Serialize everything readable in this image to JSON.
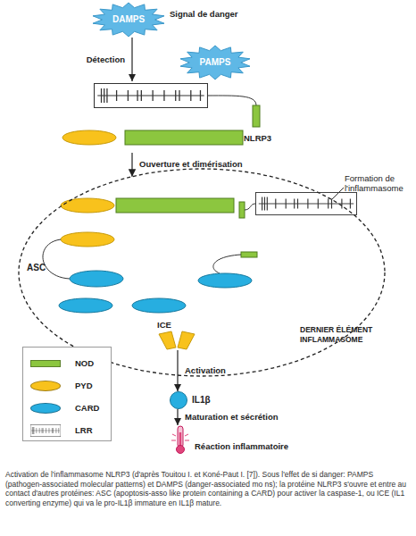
{
  "diagram": {
    "caption": "Activation de l'inflammasome NLRP3 (d'après Touitou I. et Koné-Paut I. [7]). Sous l'effet de si danger: PAMPS (pathogen-associated molecular patterns) et DAMPS (danger-associated mo ns); la protéine NLRP3 s'ouvre et entre au contact d'autres protéines: ASC (apoptosis-asso like protein containing a CARD) pour activer la caspase-1, ou ICE (IL1 converting enzyme) qui va le pro-IL1β immature en IL1β mature.",
    "nodes": [
      {
        "text": [
          "DAMPS"
        ]
      },
      {
        "text": [
          "PAMPS"
        ]
      },
      {
        "text": [
          "NLRP3"
        ]
      },
      {
        "text": [
          "Formation de l'inflammasome"
        ]
      },
      {
        "text": [
          "ICE"
        ],
        "in": 3
      },
      {
        "text": [
          "IL1β"
        ]
      },
      {
        "text": [
          "Réaction inflammatoire"
        ]
      }
    ],
    "edges": [
      {
        "from": 0,
        "to": 2,
        "arrow": "to",
        "label": "Détection"
      },
      {
        "from": 2,
        "to": 3,
        "arrow": "to",
        "label": "Ouverture et dimérisation"
      },
      {
        "from": 4,
        "to": 5,
        "arrow": "to",
        "label": "Activation"
      },
      {
        "from": 5,
        "to": 6,
        "arrow": "to",
        "label": "Maturation et sécrétion"
      }
    ],
    "labels": [
      "Signal de danger",
      "ASC",
      "DERNIER ÉLÉMENT INFLAMMASOME"
    ],
    "legend": [
      {
        "text": "NOD",
        "color": "#8cc63f"
      },
      {
        "text": "PYD",
        "color": "#f8c21c"
      },
      {
        "text": "CARD",
        "color": "#27aee0"
      },
      {
        "text": "LRR"
      }
    ]
  }
}
